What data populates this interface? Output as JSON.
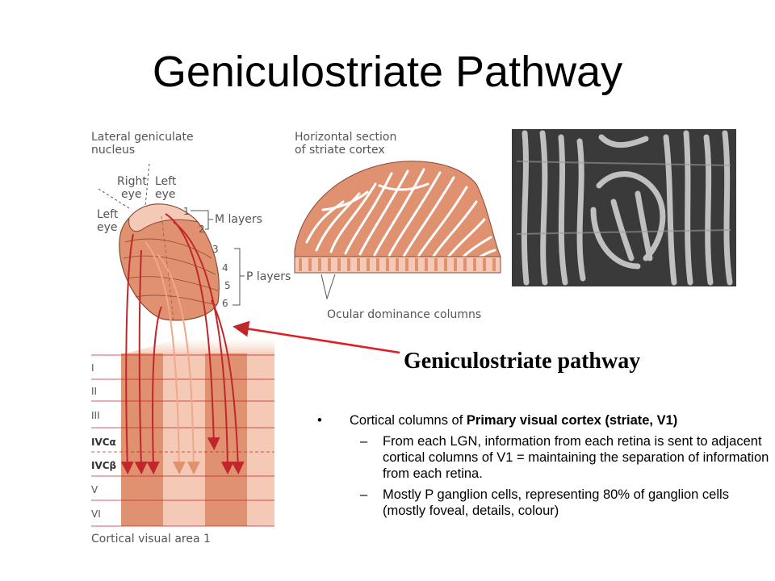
{
  "title": "Geniculostriate Pathway",
  "diagram": {
    "lgn_label_1": "Lateral geniculate",
    "lgn_label_2": "nucleus",
    "right_eye_1": "Right",
    "right_eye_2": "eye",
    "left_eye_top_1": "Left",
    "left_eye_top_2": "eye",
    "left_eye_side_1": "Left",
    "left_eye_side_2": "eye",
    "layer_numbers": [
      "1",
      "2",
      "3",
      "4",
      "5",
      "6"
    ],
    "m_layers": "M layers",
    "p_layers": "P layers",
    "section_label_1": "Horizontal section",
    "section_label_2": "of striate cortex",
    "ocular_columns": "Ocular dominance columns",
    "cortical_layers": [
      "I",
      "II",
      "III",
      "IVCα",
      "IVCβ",
      "V",
      "VI"
    ],
    "cortex_caption": "Cortical visual area 1"
  },
  "pathway_label": "Geniculostriate pathway",
  "bullets": {
    "main_prefix": "Cortical columns of ",
    "main_bold": "Primary visual cortex (striate, V1)",
    "sub": [
      "From each LGN, information from each retina is sent to adjacent cortical columns of V1 = maintaining the separation of information from each retina.",
      "Mostly P ganglion cells, representing 80% of ganglion cells (mostly foveal, details, colour)"
    ]
  },
  "colors": {
    "salmon": "#e0916f",
    "light_salmon": "#f4c9b5",
    "arrow_red": "#c0272d",
    "label_gray": "#555555"
  }
}
